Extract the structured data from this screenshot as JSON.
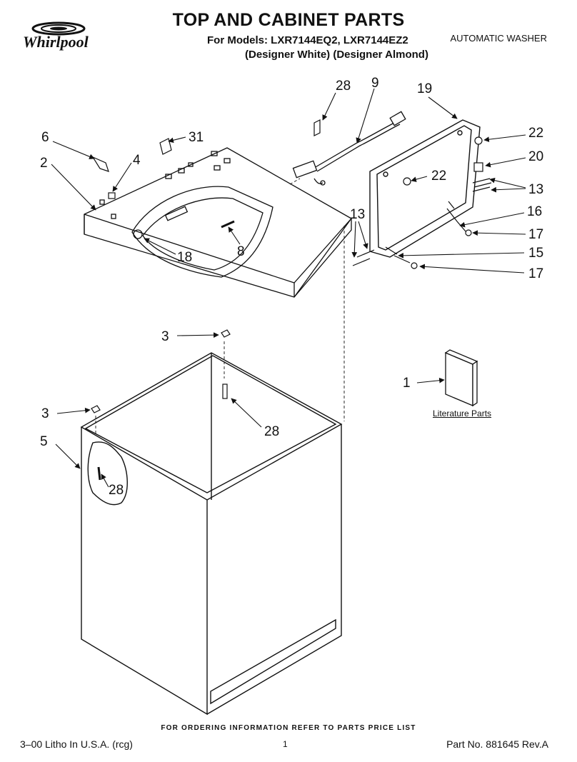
{
  "header": {
    "title": "TOP AND CABINET PARTS",
    "models_line": "For Models: LXR7144EQ2, LXR7144EZ2",
    "variants_line": "(Designer White)  (Designer Almond)",
    "product_type": "AUTOMATIC WASHER",
    "brand": "Whirlpool"
  },
  "callouts": [
    {
      "id": "c28a",
      "label": "28"
    },
    {
      "id": "c9",
      "label": "9"
    },
    {
      "id": "c19",
      "label": "19"
    },
    {
      "id": "c6",
      "label": "6"
    },
    {
      "id": "c31",
      "label": "31"
    },
    {
      "id": "c22a",
      "label": "22"
    },
    {
      "id": "c4",
      "label": "4"
    },
    {
      "id": "c2",
      "label": "2"
    },
    {
      "id": "c20",
      "label": "20"
    },
    {
      "id": "c22b",
      "label": "22"
    },
    {
      "id": "c13a",
      "label": "13"
    },
    {
      "id": "c13b",
      "label": "13"
    },
    {
      "id": "c16",
      "label": "16"
    },
    {
      "id": "c17a",
      "label": "17"
    },
    {
      "id": "c8",
      "label": "8"
    },
    {
      "id": "c18",
      "label": "18"
    },
    {
      "id": "c15",
      "label": "15"
    },
    {
      "id": "c17b",
      "label": "17"
    },
    {
      "id": "c3a",
      "label": "3"
    },
    {
      "id": "c1",
      "label": "1"
    },
    {
      "id": "c3b",
      "label": "3"
    },
    {
      "id": "c28b",
      "label": "28"
    },
    {
      "id": "c5",
      "label": "5"
    },
    {
      "id": "c28c",
      "label": "28"
    }
  ],
  "literature_label": "Literature Parts",
  "footer": {
    "ordering_note": "FOR ORDERING INFORMATION REFER TO PARTS PRICE LIST",
    "litho": "3–00 Litho In U.S.A. (rcg)",
    "page": "1",
    "part_no": "Part No. 881645 Rev.A"
  }
}
